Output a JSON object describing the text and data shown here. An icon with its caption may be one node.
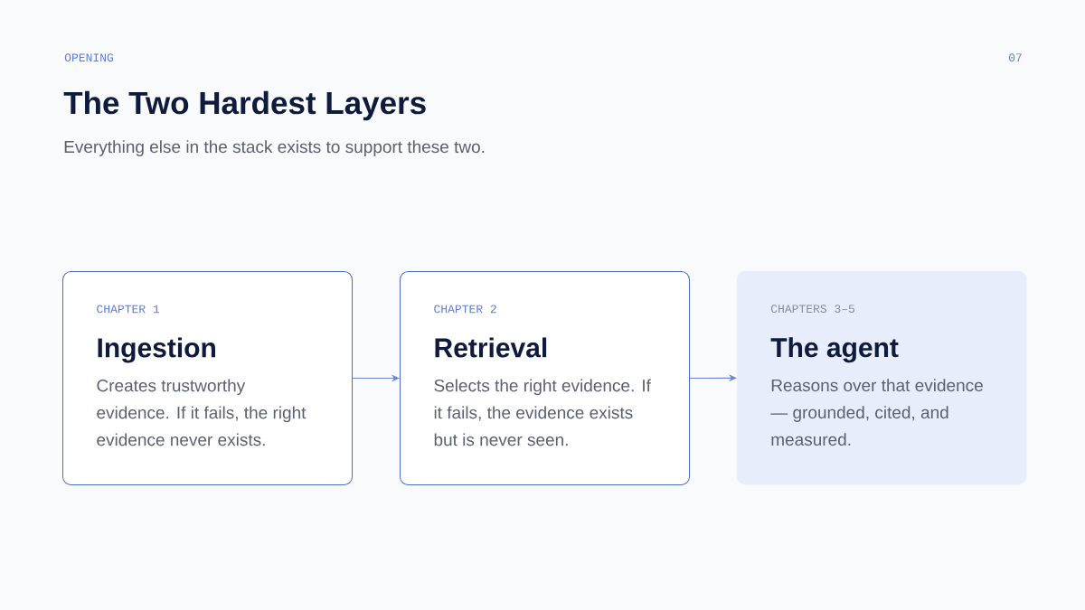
{
  "diagram": {
    "title": "The Two Hardest Layers",
    "nodes": [
      {
        "text": [
          "CHAPTER 1",
          "Ingestion",
          "Creates trustworthy evidence. If it fails, the right evidence never exists."
        ]
      },
      {
        "text": [
          "CHAPTER 2",
          "Retrieval",
          "Selects the right evidence. If it fails, the evidence exists but is never seen."
        ]
      },
      {
        "text": [
          "CHAPTERS 3–5",
          "The agent",
          "Reasons over that evidence — grounded, cited, and measured."
        ]
      }
    ],
    "edges": [
      {
        "from": 0,
        "to": 1,
        "arrow": "to"
      },
      {
        "from": 1,
        "to": 2,
        "arrow": "to"
      }
    ],
    "labels": [
      "OPENING",
      "07",
      "Everything else in the stack exists to support these two."
    ]
  }
}
